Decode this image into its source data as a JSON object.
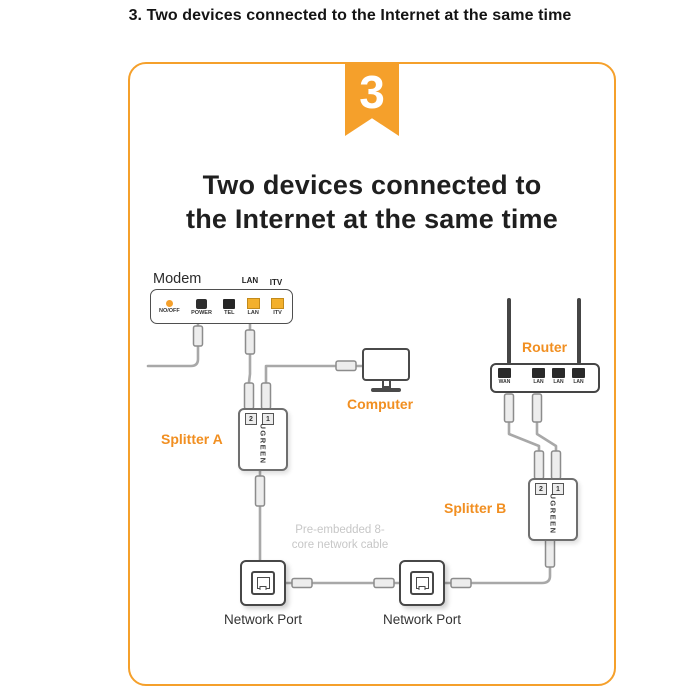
{
  "page": {
    "heading": "3. Two devices connected to the Internet at the same time"
  },
  "card": {
    "step_number": "3",
    "title_line1": "Two devices connected to",
    "title_line2": "the Internet at the same time"
  },
  "modem": {
    "label": "Modem",
    "top_labels": [
      "LAN",
      "ITV"
    ],
    "port_labels": [
      "NO/OFF",
      "POWER",
      "TEL",
      "LAN",
      "ITV"
    ]
  },
  "router": {
    "label": "Router",
    "port_labels": [
      "WAN",
      "LAN",
      "LAN",
      "LAN"
    ]
  },
  "splitter": {
    "label_a": "Splitter A",
    "label_b": "Splitter B",
    "port_left": "2",
    "port_right": "1",
    "brand": "UGREEN"
  },
  "computer": {
    "label": "Computer"
  },
  "wall_ports": {
    "label": "Network Port"
  },
  "note": {
    "line1": "Pre-embedded 8-",
    "line2": "core network cable"
  },
  "colors": {
    "accent_orange": "#F5A02B",
    "label_orange": "#F18F21",
    "port_yellow": "#F3B02C",
    "cable_gray": "#A8A8A8",
    "note_gray": "#C7C7C7"
  }
}
